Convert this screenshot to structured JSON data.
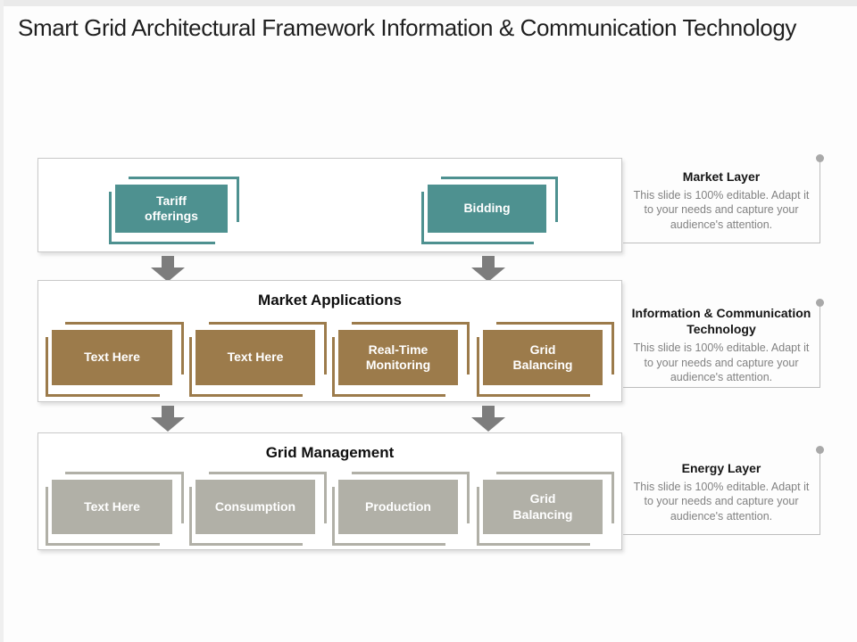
{
  "slide": {
    "title": "Smart Grid Architectural Framework Information & Communication Technology"
  },
  "colors": {
    "teal": "#4e9190",
    "brown": "#9c7b4b",
    "gray": "#b1b0a7",
    "arrow_gray": "#7d7d7d",
    "callout_line": "#bdbdbd"
  },
  "layers": [
    {
      "title": "",
      "boxes": [
        {
          "label": "Tariff\nofferings"
        },
        {
          "label": "Bidding"
        }
      ]
    },
    {
      "title": "Market Applications",
      "boxes": [
        {
          "label": "Text Here"
        },
        {
          "label": "Text Here"
        },
        {
          "label": "Real-Time\nMonitoring"
        },
        {
          "label": "Grid\nBalancing"
        }
      ]
    },
    {
      "title": "Grid Management",
      "boxes": [
        {
          "label": "Text Here"
        },
        {
          "label": "Consumption"
        },
        {
          "label": "Production"
        },
        {
          "label": "Grid\nBalancing"
        }
      ]
    }
  ],
  "callouts": [
    {
      "title": "Market Layer",
      "body": "This slide is 100% editable. Adapt it to your needs and capture your audience's attention."
    },
    {
      "title": "Information & Communication Technology",
      "body": "This slide is 100% editable. Adapt it to your needs and capture your audience's attention."
    },
    {
      "title": "Energy Layer",
      "body": "This slide is 100% editable. Adapt it to your needs and capture your audience's attention."
    }
  ]
}
